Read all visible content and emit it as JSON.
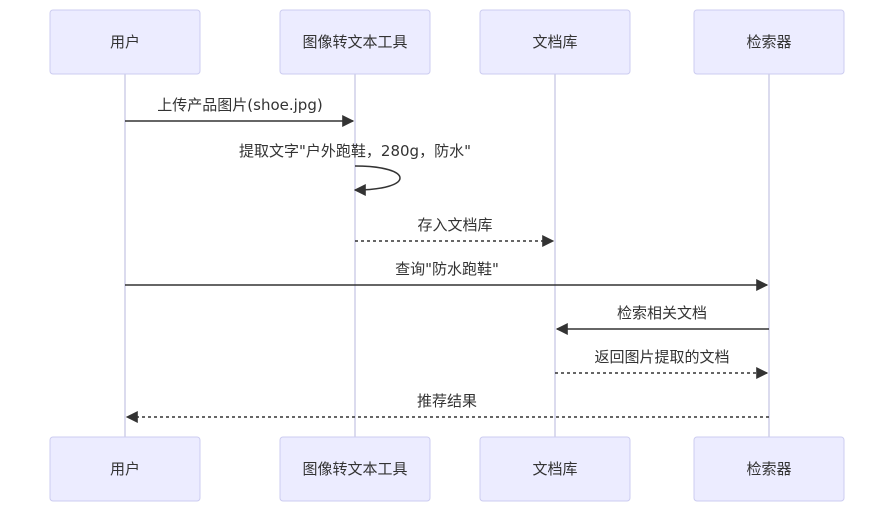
{
  "participants": [
    {
      "id": "user",
      "label": "用户"
    },
    {
      "id": "tool",
      "label": "图像转文本工具"
    },
    {
      "id": "store",
      "label": "文档库"
    },
    {
      "id": "search",
      "label": "检索器"
    }
  ],
  "messages": [
    {
      "from": "user",
      "to": "tool",
      "label": "上传产品图片(shoe.jpg)",
      "style": "solid"
    },
    {
      "from": "tool",
      "to": "tool",
      "label": "提取文字\"户外跑鞋，280g，防水\"",
      "style": "solid"
    },
    {
      "from": "tool",
      "to": "store",
      "label": "存入文档库",
      "style": "dashed"
    },
    {
      "from": "user",
      "to": "search",
      "label": "查询\"防水跑鞋\"",
      "style": "solid"
    },
    {
      "from": "search",
      "to": "store",
      "label": "检索相关文档",
      "style": "solid"
    },
    {
      "from": "store",
      "to": "search",
      "label": "返回图片提取的文档",
      "style": "dashed"
    },
    {
      "from": "search",
      "to": "user",
      "label": "推荐结果",
      "style": "dashed"
    }
  ],
  "colors": {
    "actor_fill": "#ececff",
    "actor_stroke": "#ccccf0",
    "line": "#333333",
    "lifeline": "#cfcfe8"
  }
}
